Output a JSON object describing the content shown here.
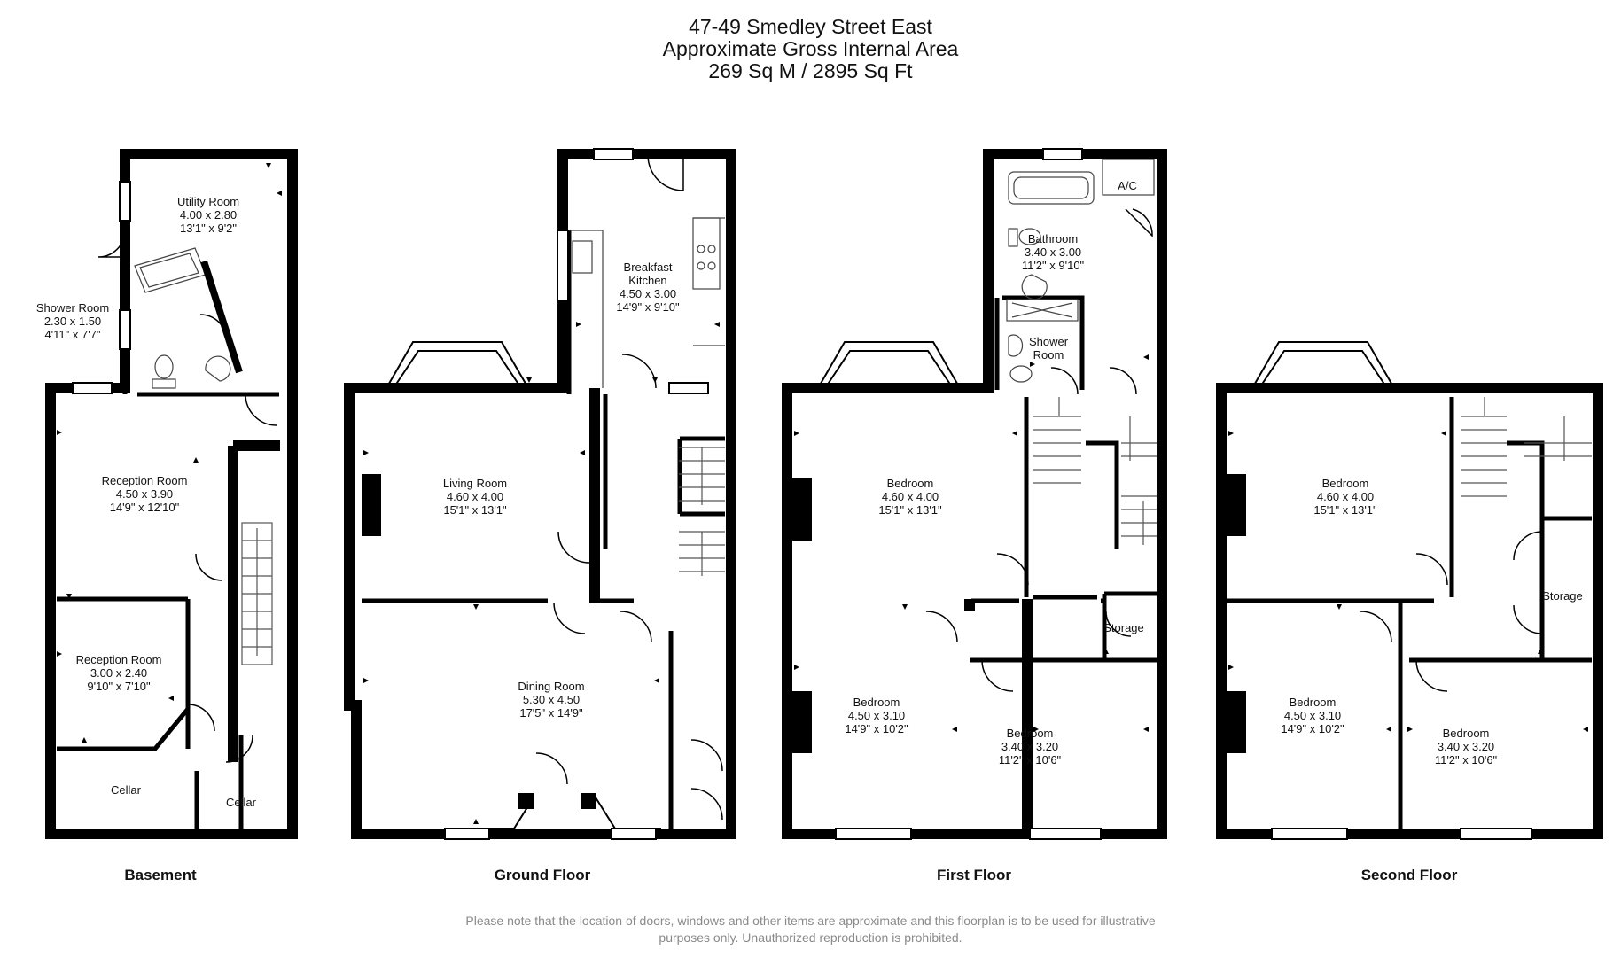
{
  "header": {
    "line1": "47-49 Smedley Street East",
    "line2": "Approximate Gross Internal Area",
    "line3": "269 Sq M / 2895 Sq Ft"
  },
  "floors": {
    "basement": "Basement",
    "ground": "Ground Floor",
    "first": "First Floor",
    "second": "Second Floor"
  },
  "rooms": {
    "utility": {
      "name": "Utility Room",
      "metric": "4.00 x 2.80",
      "imperial": "13'1\" x 9'2\""
    },
    "shower_b": {
      "name": "Shower Room",
      "metric": "2.30 x 1.50",
      "imperial": "4'11\" x 7'7\""
    },
    "reception1": {
      "name": "Reception Room",
      "metric": "4.50 x 3.90",
      "imperial": "14'9\" x 12'10\""
    },
    "reception2": {
      "name": "Reception Room",
      "metric": "3.00 x 2.40",
      "imperial": "9'10\" x 7'10\""
    },
    "cellar1": {
      "name": "Cellar"
    },
    "cellar2": {
      "name": "Cellar"
    },
    "kitchen": {
      "name1": "Breakfast",
      "name2": "Kitchen",
      "metric": "4.50 x 3.00",
      "imperial": "14'9\" x 9'10\""
    },
    "living": {
      "name": "Living Room",
      "metric": "4.60 x 4.00",
      "imperial": "15'1\" x 13'1\""
    },
    "dining": {
      "name": "Dining Room",
      "metric": "5.30 x 4.50",
      "imperial": "17'5\" x 14'9\""
    },
    "ac": {
      "name": "A/C"
    },
    "bathroom": {
      "name": "Bathroom",
      "metric": "3.40 x 3.00",
      "imperial": "11'2\" x 9'10\""
    },
    "shower_f": {
      "name1": "Shower",
      "name2": "Room"
    },
    "bed_f1": {
      "name": "Bedroom",
      "metric": "4.60 x 4.00",
      "imperial": "15'1\" x 13'1\""
    },
    "storage_f": {
      "name": "Storage"
    },
    "bed_f2": {
      "name": "Bedroom",
      "metric": "4.50 x 3.10",
      "imperial": "14'9\" x 10'2\""
    },
    "bed_f3": {
      "name": "Bedroom",
      "metric": "3.40 x 3.20",
      "imperial": "11'2\" x 10'6\""
    },
    "bed_s1": {
      "name": "Bedroom",
      "metric": "4.60 x 4.00",
      "imperial": "15'1\" x 13'1\""
    },
    "storage_s": {
      "name": "Storage"
    },
    "bed_s2": {
      "name": "Bedroom",
      "metric": "4.50 x 3.10",
      "imperial": "14'9\" x 10'2\""
    },
    "bed_s3": {
      "name": "Bedroom",
      "metric": "3.40 x 3.20",
      "imperial": "11'2\" x 10'6\""
    }
  },
  "footer": {
    "line1": "Please note that the location of doors, windows and other items are approximate and this floorplan is to be used for illustrative",
    "line2": "purposes only. Unauthorized reproduction is prohibited."
  },
  "colors": {
    "wall": "#000000",
    "thin": "#555555",
    "footer_text": "#8a8a8a"
  }
}
